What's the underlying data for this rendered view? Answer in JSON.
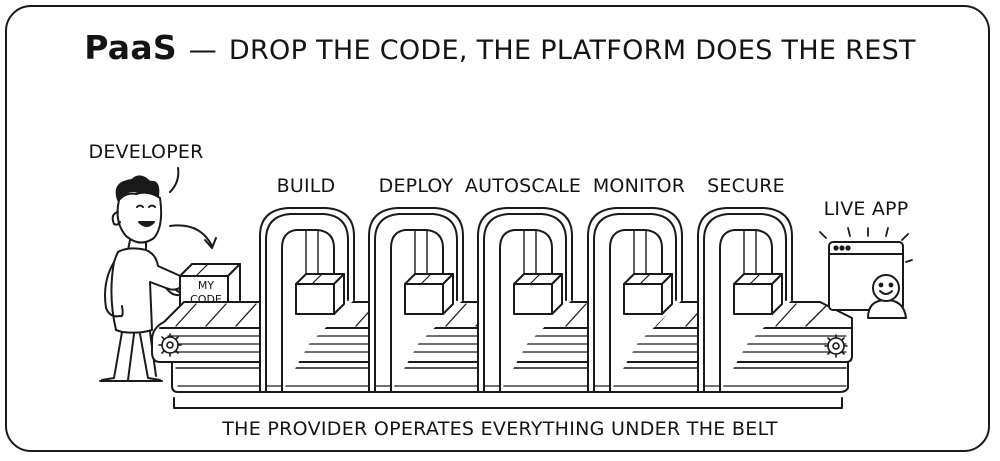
{
  "title": {
    "main": "PaaS",
    "separator": "—",
    "subtitle": "DROP THE CODE, THE PLATFORM DOES THE REST"
  },
  "developer_label": "DEVELOPER",
  "code_box": {
    "line1": "MY",
    "line2": "CODE"
  },
  "stages": [
    {
      "label": "BUILD"
    },
    {
      "label": "DEPLOY"
    },
    {
      "label": "AUTOSCALE"
    },
    {
      "label": "MONITOR"
    },
    {
      "label": "SECURE"
    }
  ],
  "live_app_label": "LIVE APP",
  "footer": "THE PROVIDER OPERATES EVERYTHING UNDER THE BELT"
}
